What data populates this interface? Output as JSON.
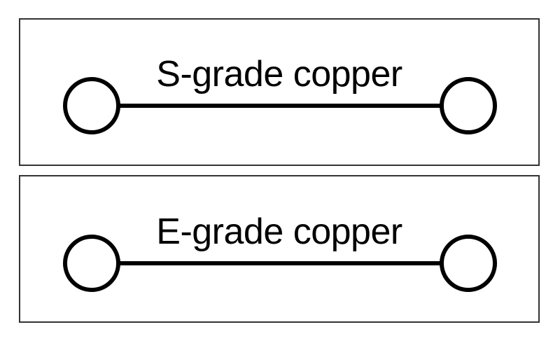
{
  "diagram": {
    "panels": [
      {
        "label": "S-grade copper",
        "connector": "wire-with-two-terminals"
      },
      {
        "label": "E-grade copper",
        "connector": "wire-with-two-terminals"
      }
    ],
    "colors": {
      "stroke": "#000000",
      "border": "#333333",
      "background": "#ffffff"
    }
  }
}
